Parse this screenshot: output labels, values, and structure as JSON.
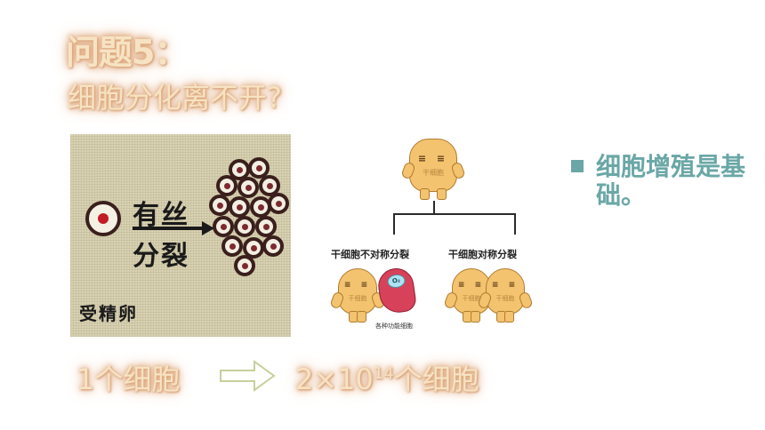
{
  "slide": {
    "title_line1": "问题5：",
    "title_line2": "细胞分化离不开?",
    "photo": {
      "mitosis_word1": "有丝",
      "mitosis_word2": "分裂",
      "zygote_label": "受精卵"
    },
    "diagram": {
      "top_cell_tag": "干细胞",
      "asymmetric_label": "干细胞不对称分裂",
      "symmetric_label": "干细胞对称分裂",
      "functional_cells_label": "各种功能细胞",
      "small_cell_tag": "干细胞",
      "oxygen_label": "O₂"
    },
    "bottom": {
      "left_text": "1个细胞",
      "right_base": "2×10",
      "right_exp": "14",
      "right_suffix": "个细胞"
    },
    "bullet": {
      "text": "细胞增殖是基础。"
    },
    "colors": {
      "title_glow": "#e1a67a",
      "bullet": "#6aa7a6",
      "egg_nucleus": "#c31c24",
      "stem_cell": "#f3c36f",
      "functional_cell": "#d7425a"
    }
  }
}
